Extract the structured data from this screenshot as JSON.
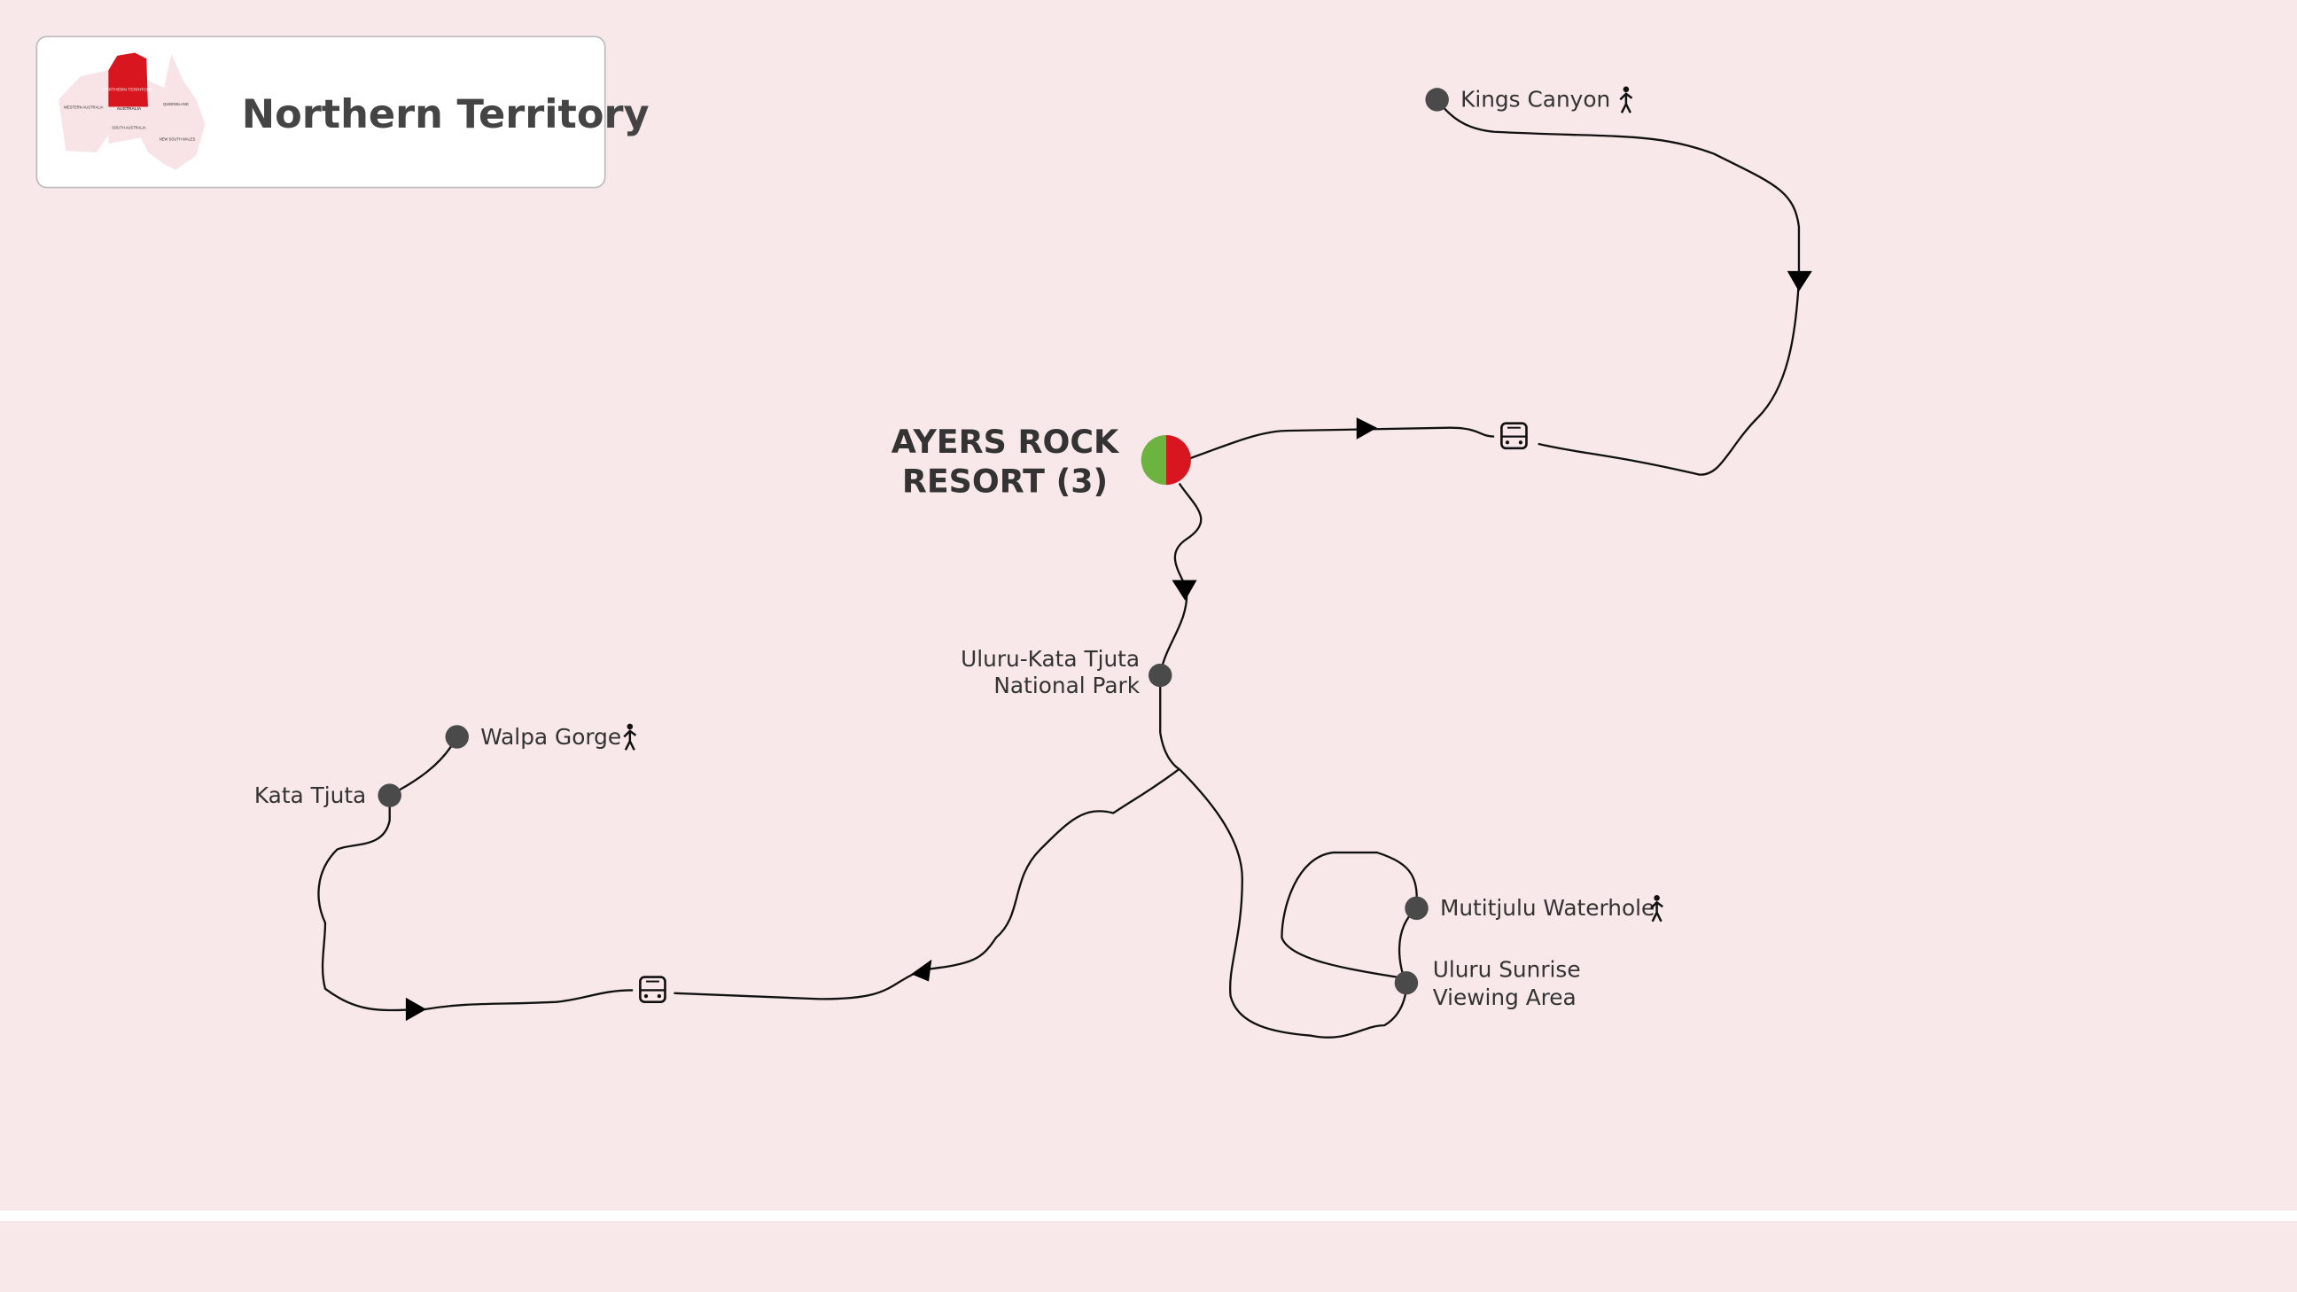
{
  "header": {
    "title": "Northern Territory",
    "map_labels": [
      "NORTHERN TERRITORY",
      "AUSTRALIA",
      "WESTERN AUSTRALIA",
      "QUEENSLAND",
      "SOUTH AUSTRALIA",
      "NEW SOUTH WALES"
    ]
  },
  "hub": {
    "label_line1": "AYERS ROCK",
    "label_line2": "RESORT (3)",
    "colors": [
      "#6db33f",
      "#d7161f"
    ]
  },
  "stops": {
    "kings_canyon": "Kings Canyon",
    "np_line1": "Uluru-Kata Tjuta",
    "np_line2": "National Park",
    "walpa_gorge": "Walpa Gorge",
    "kata_tjuta": "Kata Tjuta",
    "mutitjulu": "Mutitjulu Waterhole",
    "sunrise_line1": "Uluru Sunrise",
    "sunrise_line2": "Viewing Area"
  },
  "icons": [
    "bus-icon",
    "walking-icon"
  ],
  "colors": {
    "background": "#f8e8ea",
    "route": "#111111",
    "stop": "#4a4a4a"
  }
}
